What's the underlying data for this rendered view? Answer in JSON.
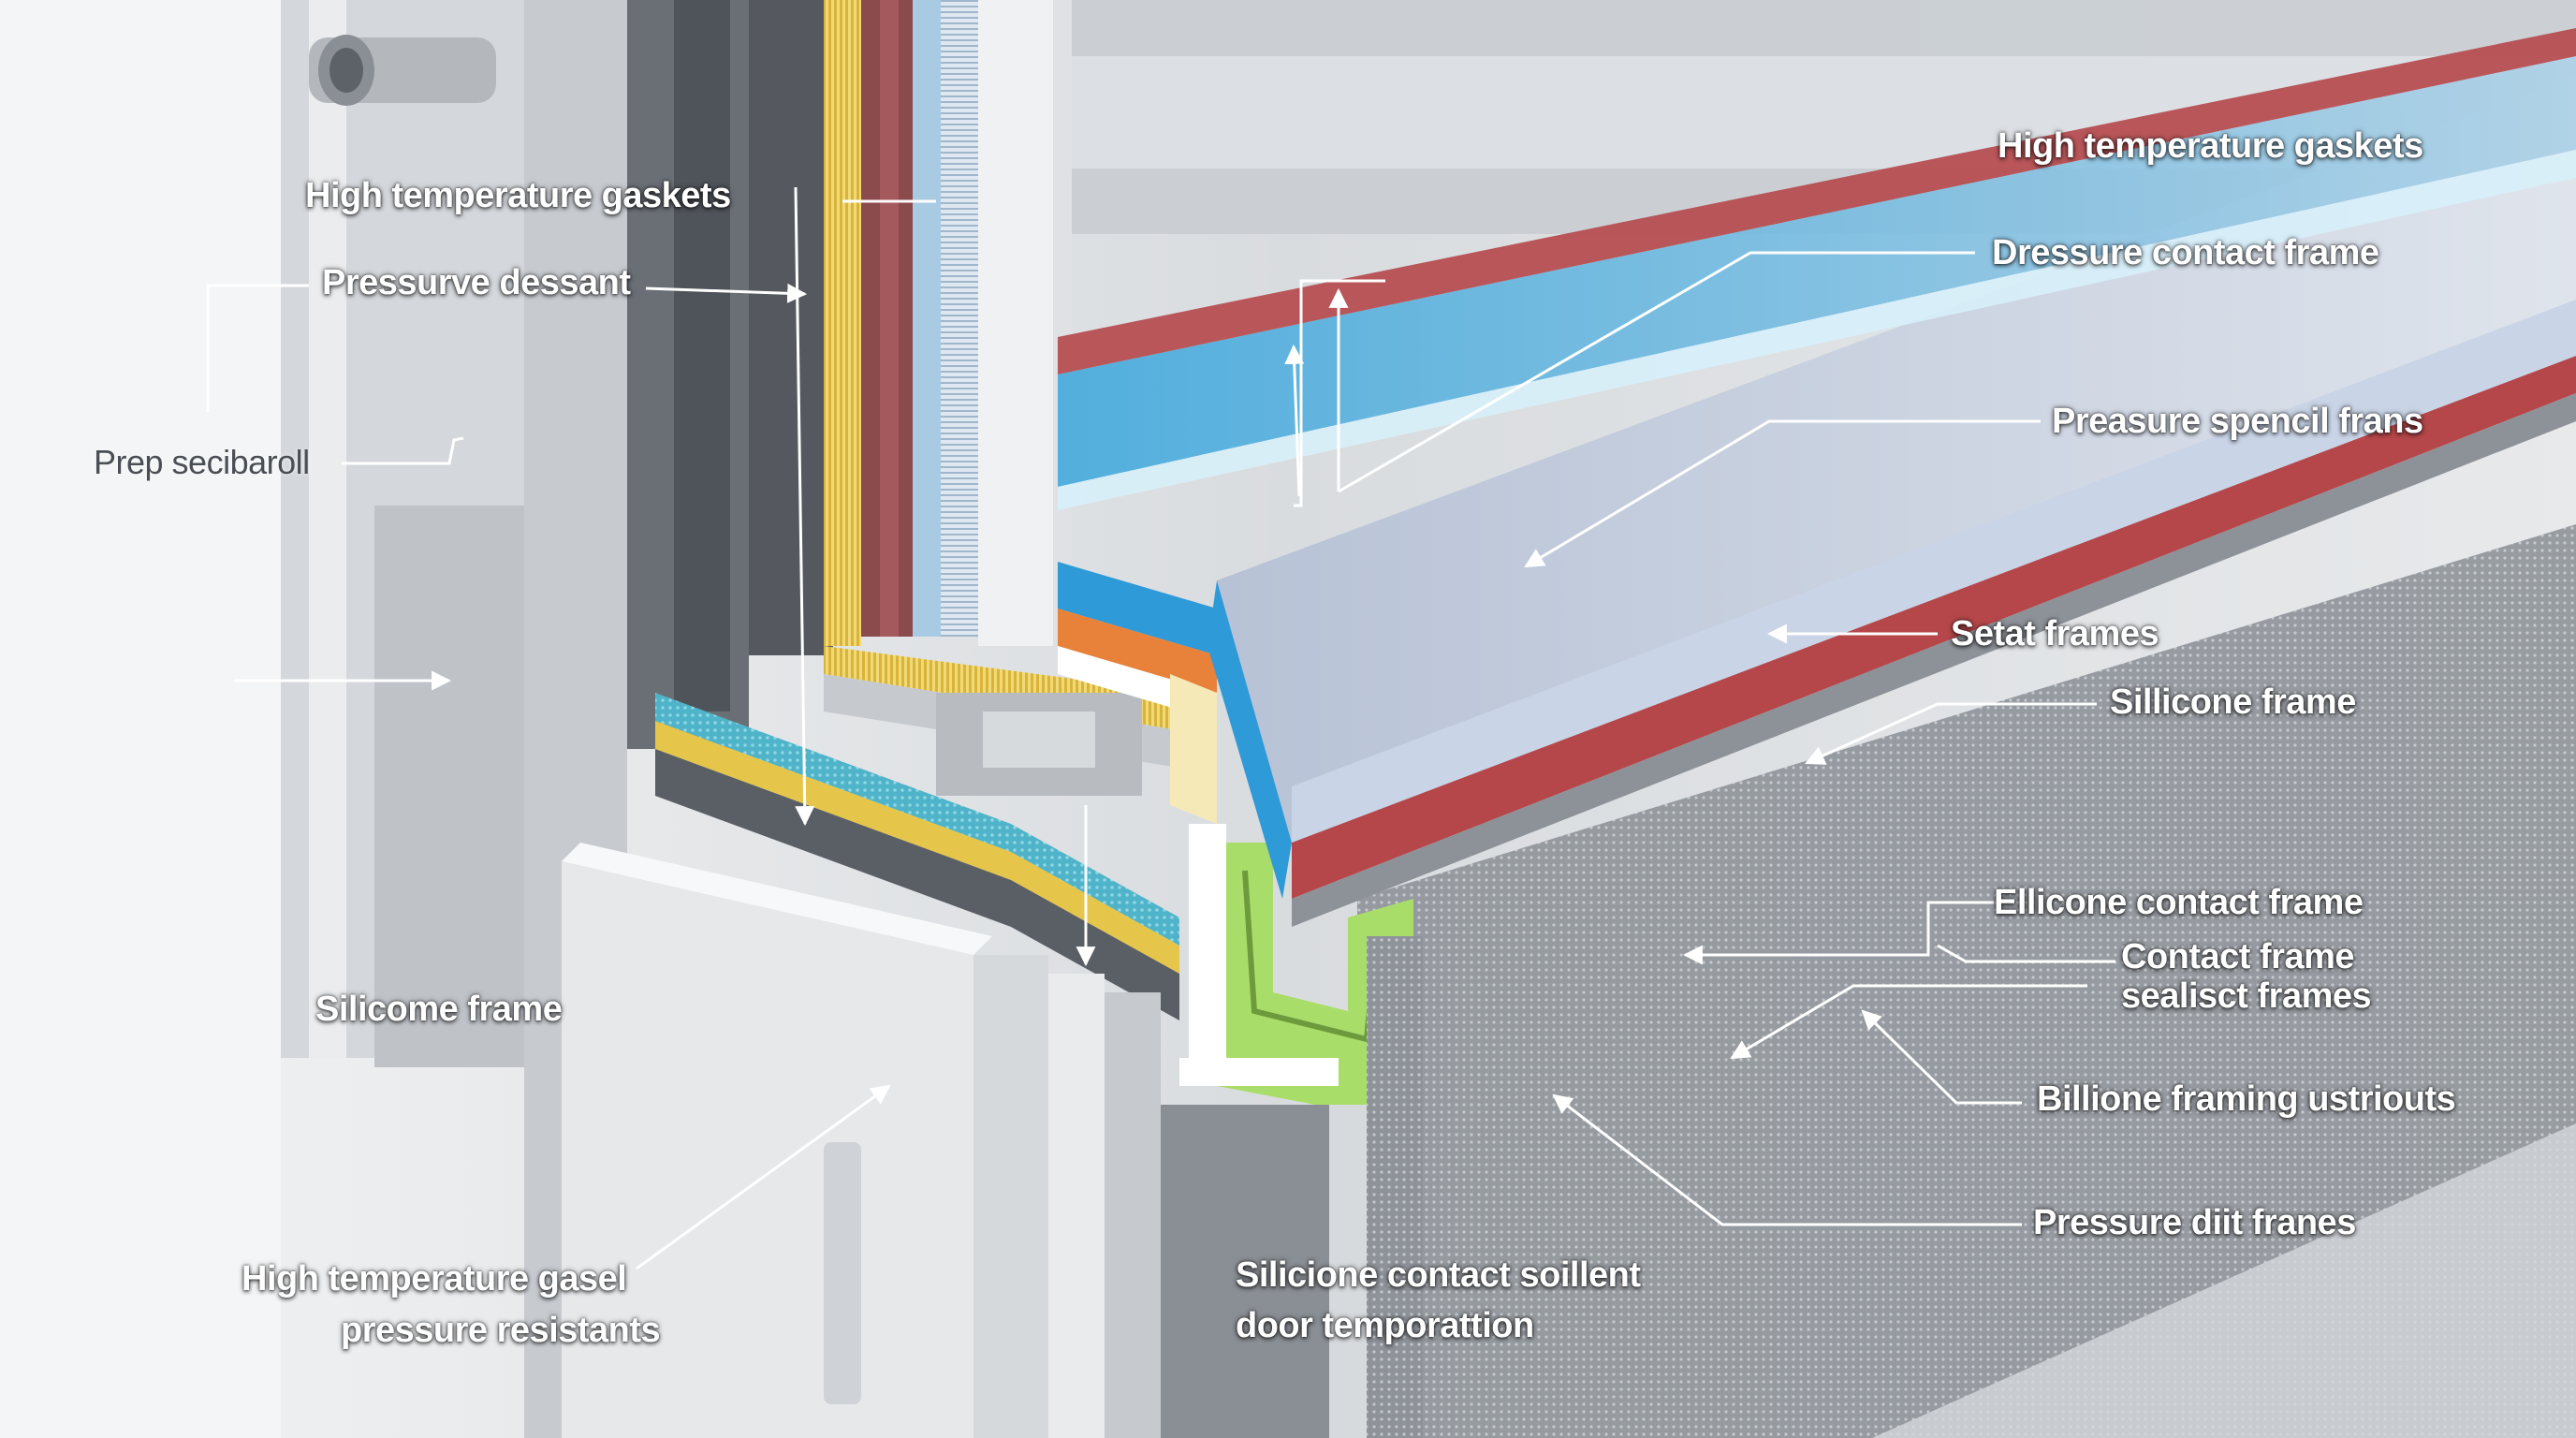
{
  "diagram": {
    "labels": {
      "high_temperature_gaskets_left": "High temperature gaskets",
      "pressurve_dessant": "Pressurve dessant",
      "prep_secibaroll": "Prep secibaroll",
      "silicome_frame": "Silicome frame",
      "high_temperature_gasel_line1": "High temperature gasel",
      "high_temperature_gasel_line2": "pressure resistants",
      "silicione_contact_line1": "Silicione contact soillent",
      "silicione_contact_line2": "door temporattion",
      "high_temperature_gaskets_right": "High temperature gaskets",
      "dressure_contact_frame": "Dressure contact frame",
      "preasure_spencil_frans": "Preasure spencil frans",
      "setat_frames": "Setat frames",
      "sillicone_frame": "Sillicone frame",
      "ellicone_contact_frame": "Ellicone contact frame",
      "contact_frame_line1": "Contact frame",
      "contact_frame_line2": "sealisct frames",
      "billione_framing": "Billione framing ustriouts",
      "pressure_diit_franes": "Pressure diit franes"
    },
    "layer_colors": {
      "blue": "#2f9ad8",
      "cyan": "#5fc6e0",
      "red": "#b5474a",
      "orange": "#e8823a",
      "yellow": "#e6c64a",
      "green": "#a9dd6a",
      "aluminum": "#c9ccd1",
      "dark_gray": "#5a5f66"
    }
  }
}
